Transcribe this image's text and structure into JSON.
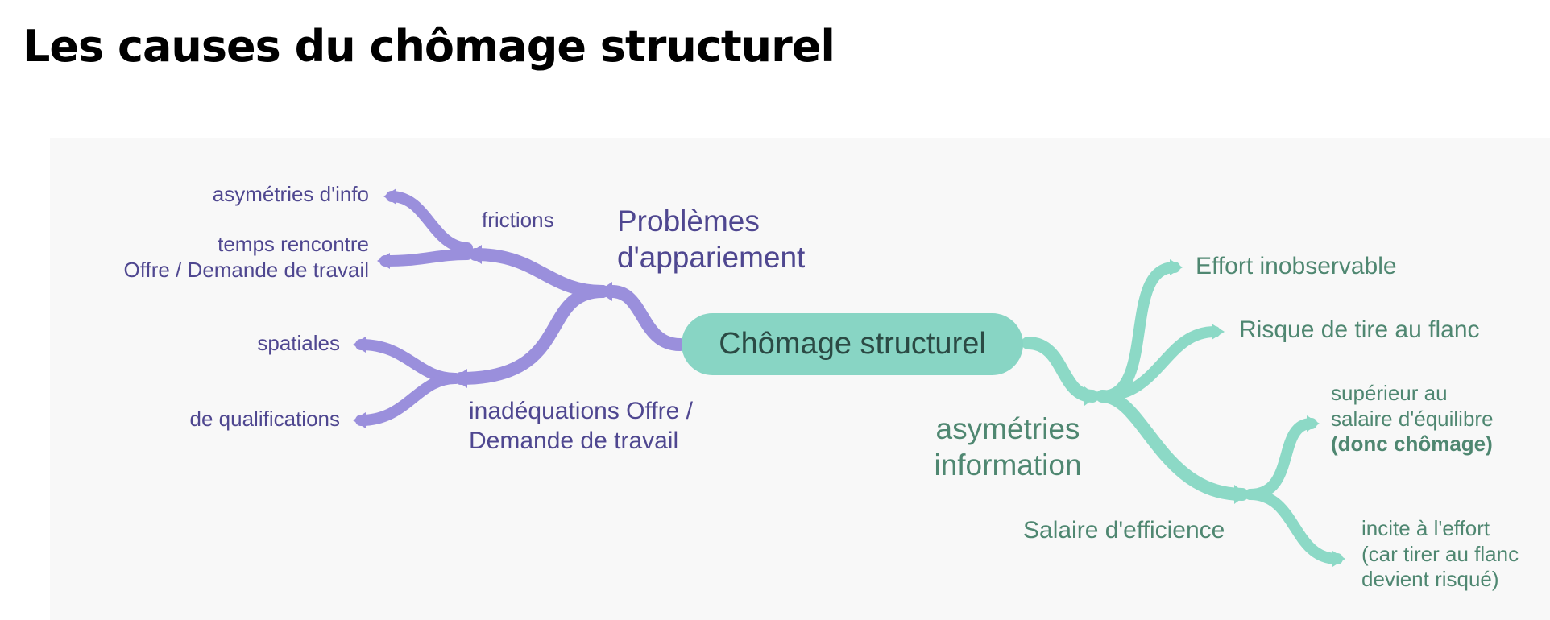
{
  "title": "Les causes du chômage structurel",
  "colors": {
    "purple_branch": "#9a8fdc",
    "purple_text": "#4f4790",
    "green_branch": "#8cd9c6",
    "green_text": "#4f8771",
    "center_fill": "#88d5c4",
    "panel_bg": "#f8f8f8"
  },
  "center": {
    "label": "Chômage structurel"
  },
  "left": {
    "main": {
      "line1": "Problèmes",
      "line2": "d'appariement"
    },
    "frictions": {
      "label": "frictions",
      "asym_info": "asymétries d'info",
      "temps_line1": "temps rencontre",
      "temps_line2": "Offre / Demande de travail"
    },
    "inadequations": {
      "line1": "inadéquations Offre /",
      "line2": "Demande de travail",
      "spatiales": "spatiales",
      "qualifications": "de qualifications"
    }
  },
  "right": {
    "main": {
      "line1": "asymétries",
      "line2": "information"
    },
    "effort": "Effort inobservable",
    "risque": "Risque de tire au flanc",
    "salaire": {
      "label": "Salaire d'efficience",
      "sup_line1": "supérieur au",
      "sup_line2": "salaire d'équilibre",
      "sup_line3": "(donc chômage)",
      "incite_line1": "incite à l'effort",
      "incite_line2": "(car tirer au flanc",
      "incite_line3": "devient risqué)"
    }
  }
}
